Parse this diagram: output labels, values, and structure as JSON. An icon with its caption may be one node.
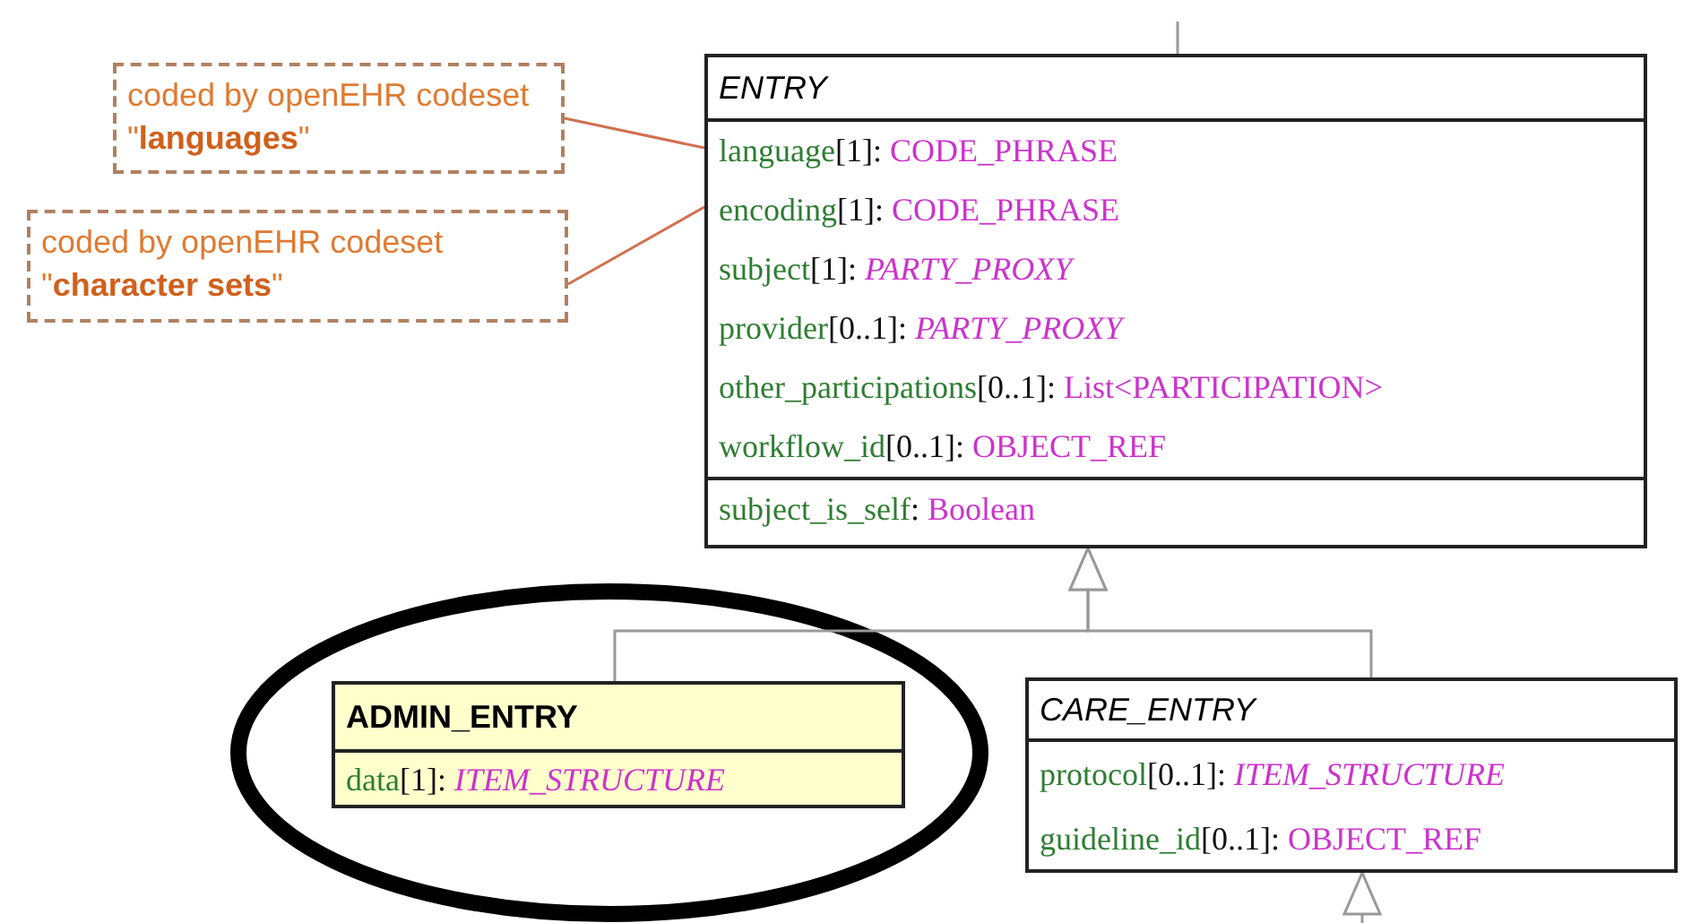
{
  "diagram": {
    "nodes": [
      {
        "text": [
          "coded by openEHR codeset \"**languages**\""
        ]
      },
      {
        "text": [
          "coded by openEHR codeset \"**character sets**\""
        ]
      },
      {
        "text": [
          "ENTRY",
          "language[1]: CODE_PHRASE",
          "encoding[1]: CODE_PHRASE",
          "subject[1]: *PARTY_PROXY*",
          "provider[0..1]: *PARTY_PROXY*",
          "other_participations[0..1]: List<PARTICIPATION>",
          "workflow_id[0..1]: OBJECT_REF",
          "subject_is_self: Boolean"
        ]
      },
      {
        "text": [
          "ADMIN_ENTRY",
          "data[1]: *ITEM_STRUCTURE*"
        ]
      },
      {
        "text": [
          "CARE_ENTRY",
          "protocol[0..1]: *ITEM_STRUCTURE*",
          "guideline_id[0..1]: OBJECT_REF"
        ]
      }
    ],
    "edges": [
      {
        "from": 0,
        "to": 2,
        "arrow": "none"
      },
      {
        "from": 1,
        "to": 2,
        "arrow": "none"
      },
      {
        "from": 3,
        "to": 2,
        "arrow": "to"
      },
      {
        "from": 4,
        "to": 2,
        "arrow": "to"
      },
      {
        "from": 2,
        "to": null,
        "arrow": "none"
      },
      {
        "from": null,
        "to": 4,
        "arrow": "to"
      }
    ]
  }
}
